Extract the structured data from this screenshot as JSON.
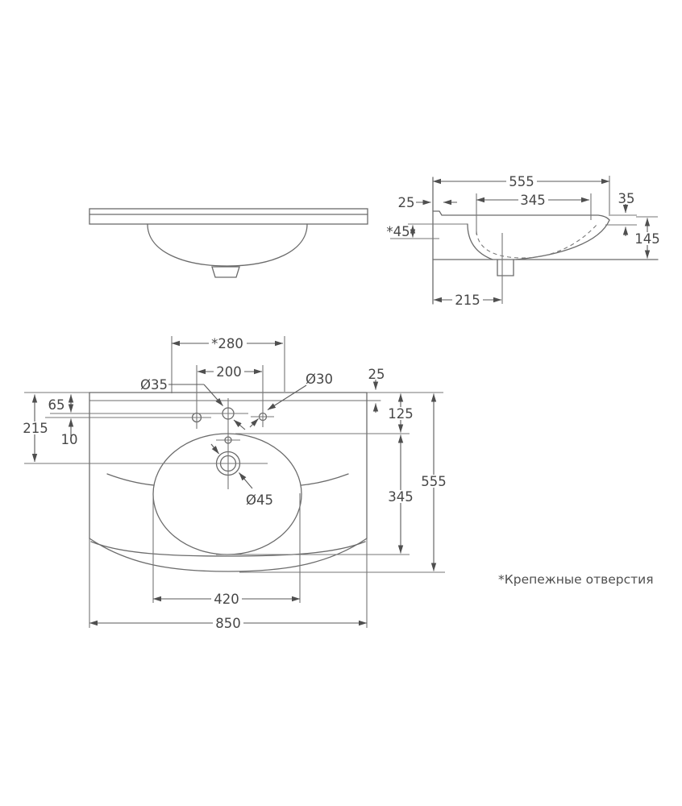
{
  "note": "*Крепежные отверстия",
  "side_view": {
    "overall_depth": "555",
    "rear_offset": "25",
    "bowl_depth": "345",
    "edge_height": "35",
    "mount_hole_offset": "*45",
    "front_height": "145",
    "drain_from_back": "215"
  },
  "plan_view": {
    "mount_hole_spacing": "*280",
    "tap_hole_spacing": "200",
    "tap_hole_dia": "Ø35",
    "side_hole_dia": "Ø30",
    "rear_rim": "25",
    "rear_to_holes": "65",
    "holes_offset": "10",
    "rear_to_drain": "215",
    "rim_to_bowl": "125",
    "bowl_length": "345",
    "overall_depth": "555",
    "drain_dia": "Ø45",
    "bowl_width": "420",
    "overall_width": "850"
  }
}
